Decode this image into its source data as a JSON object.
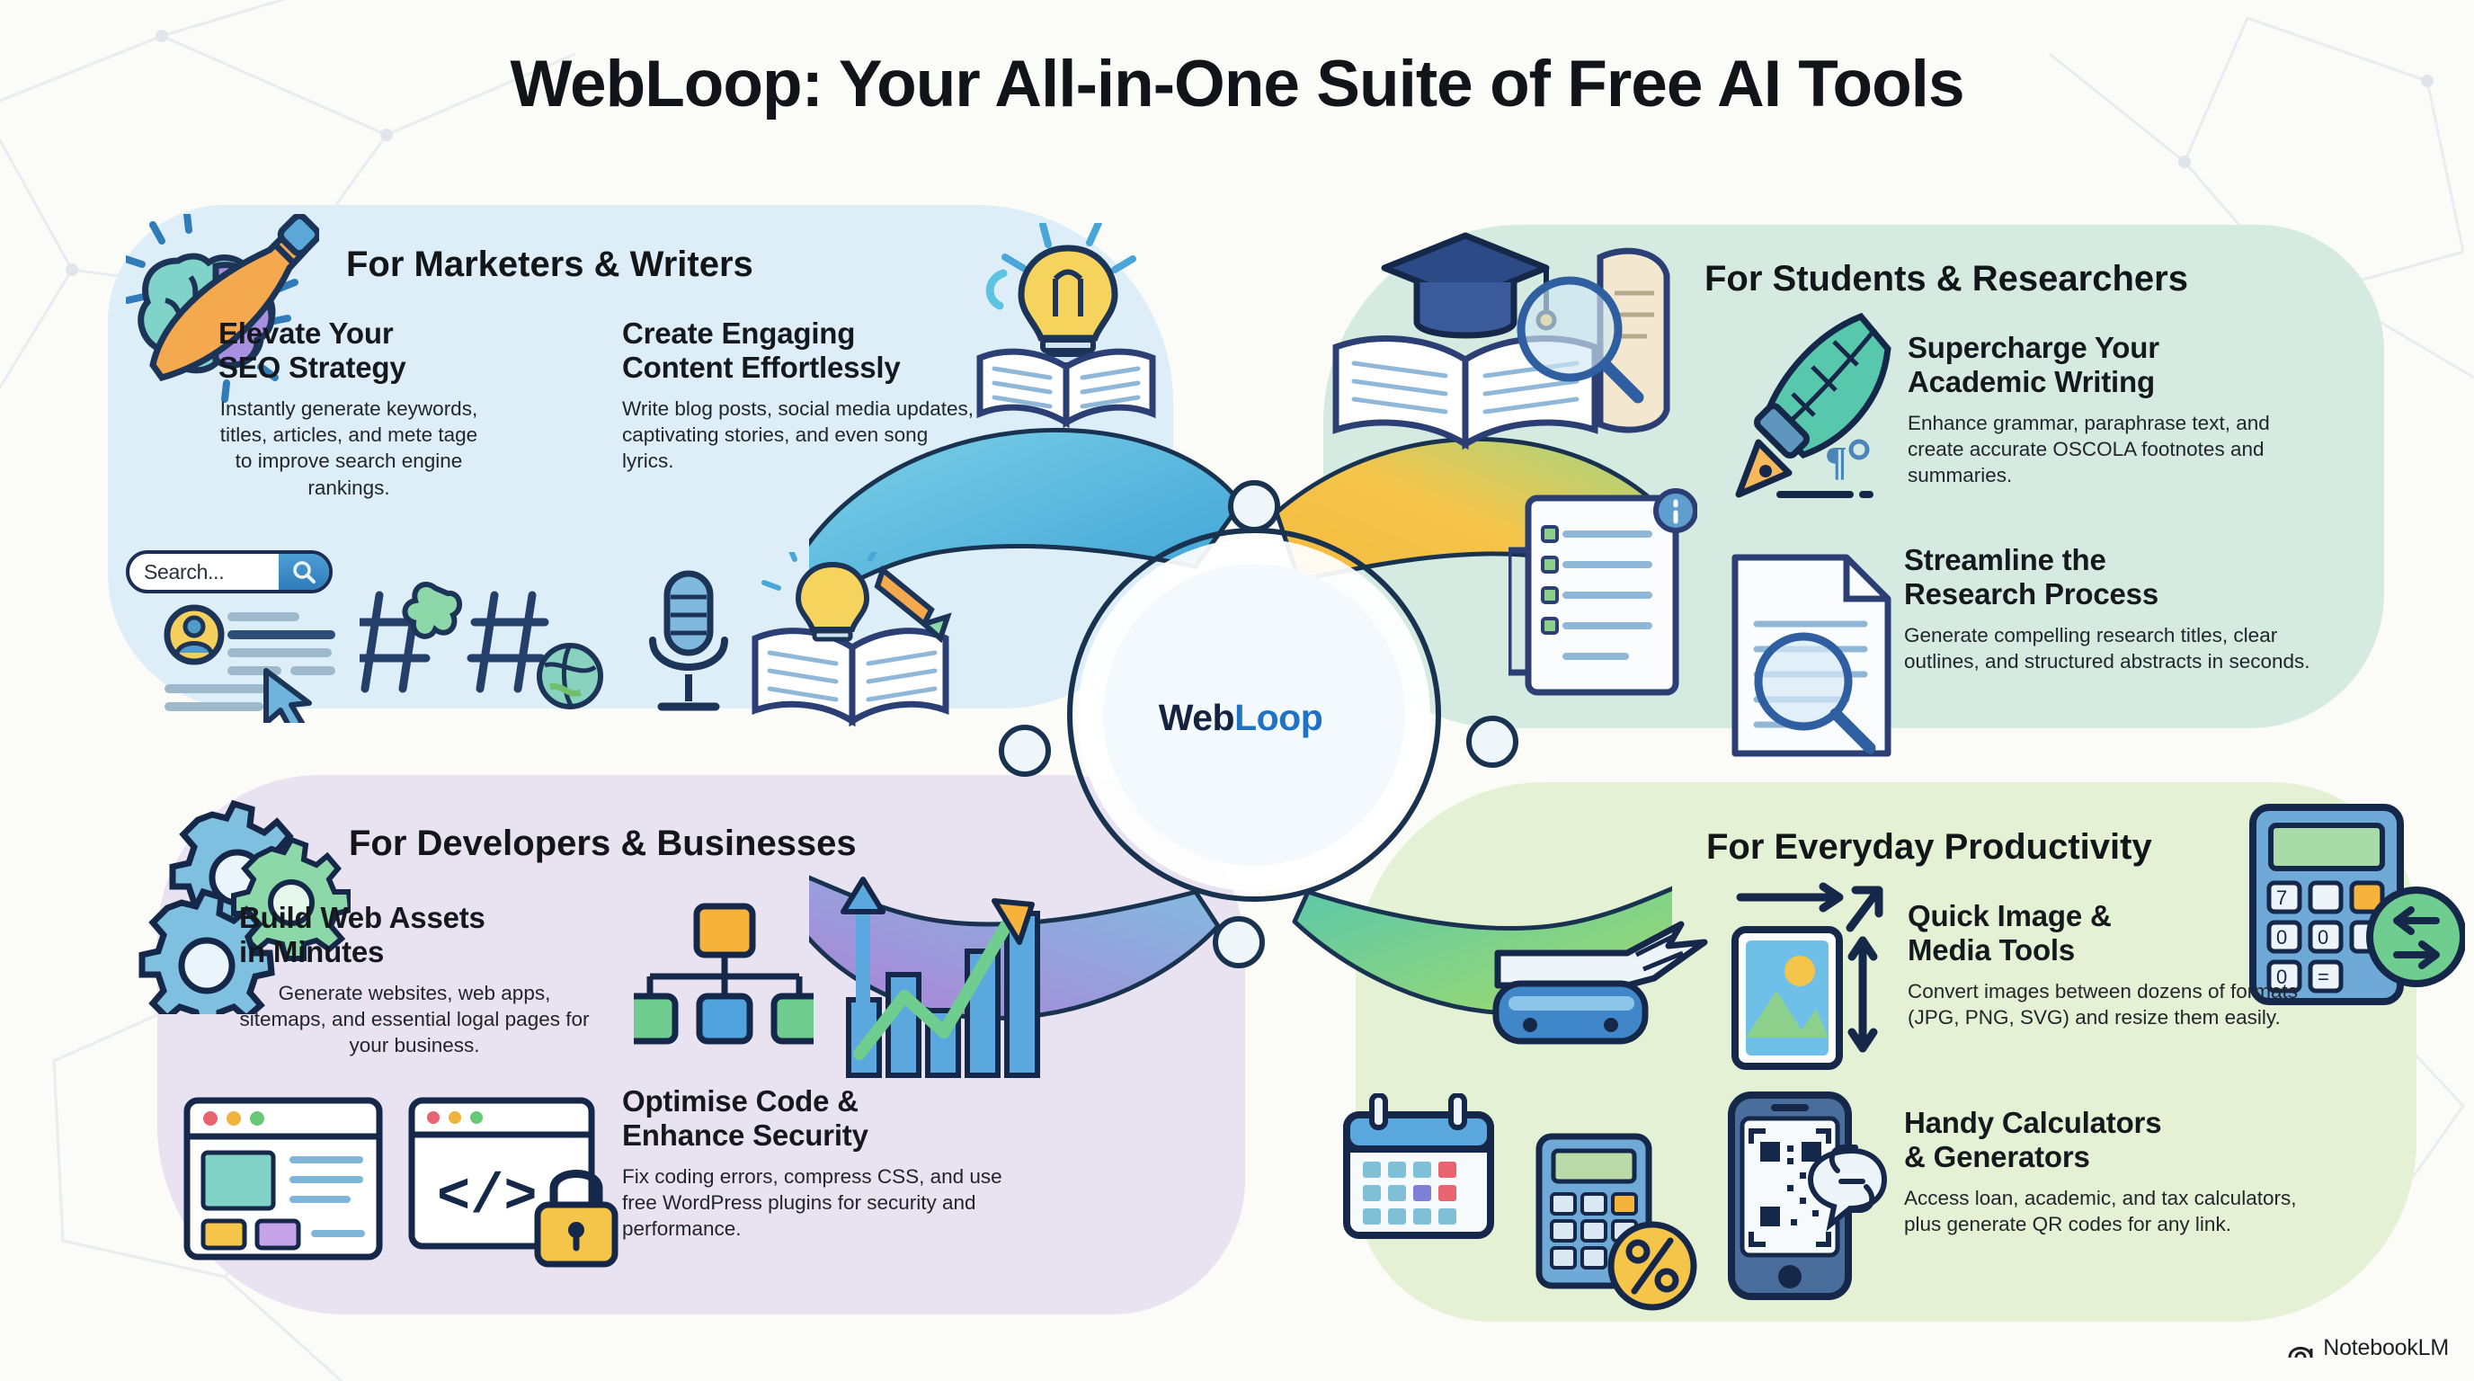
{
  "title": "WebLoop: Your All-in-One Suite of Free AI Tools",
  "hub": {
    "name_part1": "Web",
    "name_part2": "Loop"
  },
  "search_widget": {
    "placeholder": "Search...",
    "icon": "search-icon"
  },
  "watermark": {
    "label": "NotebookLM",
    "icon": "notebooklm-logo-icon"
  },
  "colors": {
    "panel_marketers": "#ddeef8",
    "panel_students": "#d5ebe1",
    "panel_developers": "#e9e2f1",
    "panel_productivity": "#e4f1d4",
    "title_text": "#111418",
    "hub_web": "#14233f",
    "hub_loop": "#1f72c4",
    "page_background": "#fbfbf8"
  },
  "quadrants": [
    {
      "id": "marketers",
      "heading": "For Marketers & Writers",
      "icons": [
        "brain-pen-icon",
        "lightbulb-book-icon",
        "search-icon",
        "hashtag-icon",
        "globe-icon",
        "microphone-icon",
        "open-book-idea-icon",
        "cursor-icon",
        "user-profile-icon"
      ],
      "blocks": [
        {
          "title": "Elevate Your SEO Strategy",
          "title_line1": "Elevate Your",
          "title_line2": "SEO Strategy",
          "body": "Instantly generate keywords, titles, articles, and mete tage to improve search engine rankings."
        },
        {
          "title": "Create Engaging Content Effortlessly",
          "title_line1": "Create Engaging",
          "title_line2": "Content Effortlessly",
          "body": "Write blog posts, social media updates, captivating stories, and even song lyrics."
        }
      ]
    },
    {
      "id": "students",
      "heading": "For Students & Researchers",
      "icons": [
        "graduation-cap-icon",
        "open-book-icon",
        "magnifier-icon",
        "scroll-icon",
        "quill-pen-icon",
        "paragraph-mark-icon",
        "document-checklist-icon",
        "document-search-icon"
      ],
      "blocks": [
        {
          "title": "Supercharge Your Academic Writing",
          "title_line1": "Supercharge Your",
          "title_line2": "Academic Writing",
          "body": "Enhance grammar, paraphrase text, and create accurate OSCOLA footnotes and summaries."
        },
        {
          "title": "Streamline the Research Process",
          "title_line1": "Streamline the",
          "title_line2": "Research Process",
          "body": "Generate compelling research titles, clear outlines, and structured abstracts in seconds."
        }
      ]
    },
    {
      "id": "developers",
      "heading": "For Developers & Businesses",
      "icons": [
        "gear-icon",
        "sitemap-icon",
        "growth-chart-icon",
        "browser-window-icon",
        "code-window-icon",
        "padlock-icon"
      ],
      "blocks": [
        {
          "title": "Build Web Assets in Minutes",
          "title_line1": "Build Web Assets",
          "title_line2": "in Minutes",
          "body": "Generate websites, web apps, sitemaps, and essential logal pages for your business."
        },
        {
          "title": "Optimise Code & Enhance Security",
          "title_line1": "Optimise Code &",
          "title_line2": "Enhance Security",
          "body": "Fix coding errors, compress CSS, and use free WordPress plugins for security and performance."
        }
      ]
    },
    {
      "id": "productivity",
      "heading": "For Everyday Productivity",
      "icons": [
        "swiss-army-knife-icon",
        "resize-arrows-icon",
        "image-icon",
        "calculator-icon",
        "percent-icon",
        "calendar-icon",
        "smartphone-qr-icon",
        "link-icon",
        "swap-arrows-icon"
      ],
      "blocks": [
        {
          "title": "Quick Image & Media Tools",
          "title_line1": "Quick Image &",
          "title_line2": "Media Tools",
          "body": "Convert images between dozens of formats (JPG, PNG, SVG) and resize them easily."
        },
        {
          "title": "Handy Calculators & Generators",
          "title_line1": "Handy Calculators",
          "title_line2": "& Generators",
          "body": "Access loan, academic, and tax calculators, plus generate QR codes for any link."
        }
      ]
    }
  ]
}
